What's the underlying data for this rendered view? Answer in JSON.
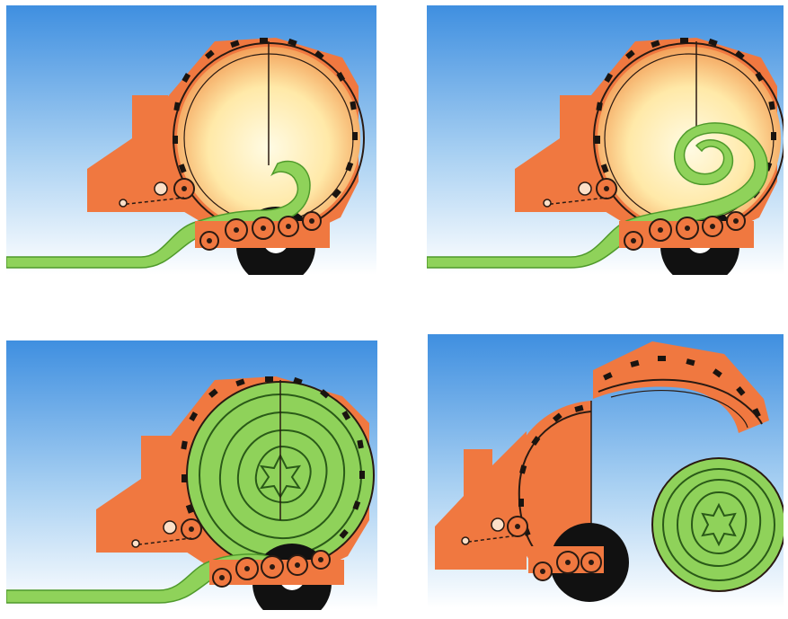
{
  "figure": {
    "stages": [
      {
        "id": "feeding"
      },
      {
        "id": "bale-core-forming"
      },
      {
        "id": "bale-chamber-full"
      },
      {
        "id": "tailgate-open-bale-ejected"
      }
    ]
  },
  "colors": {
    "sky_top": "#3f8fe0",
    "sky_bottom": "#ffffff",
    "machine": "#f07840",
    "machine_dark": "#c84f1c",
    "chamber_glow": "#fffbe4",
    "crop": "#8fd25a",
    "crop_dark": "#4f9a2b",
    "tyre": "#111111"
  }
}
